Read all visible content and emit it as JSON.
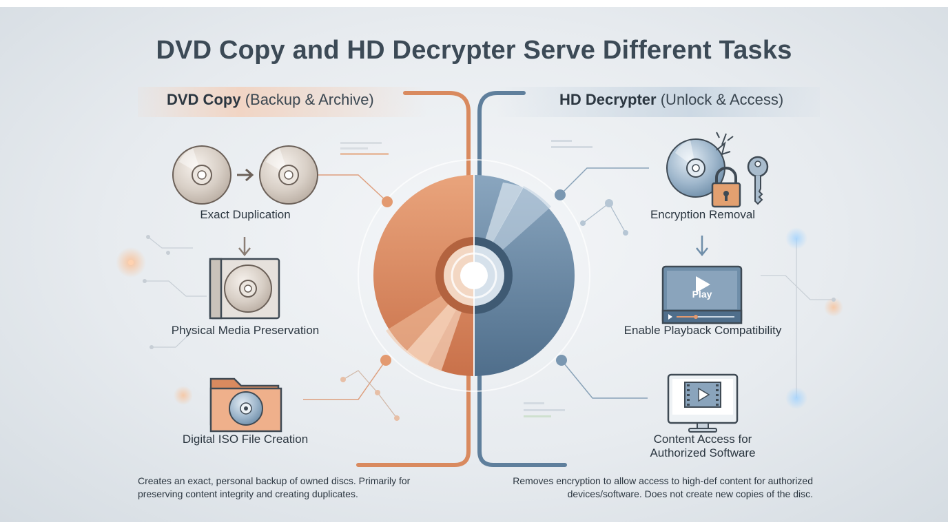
{
  "title": "DVD Copy and HD Decrypter Serve Different Tasks",
  "colors": {
    "copy_accent": "#d98a5f",
    "decrypt_accent": "#5f7f9c",
    "text": "#2b3640",
    "background": "#e9edf1"
  },
  "left": {
    "header_main": "DVD Copy",
    "header_sub": "(Backup & Archive)",
    "items": [
      {
        "label": "Exact Duplication",
        "icon": "disc-duplicate-icon"
      },
      {
        "label": "Physical Media Preservation",
        "icon": "disc-case-icon"
      },
      {
        "label": "Digital ISO File Creation",
        "icon": "iso-folder-icon"
      }
    ],
    "footer": "Creates an exact, personal backup of owned discs. Primarily for preserving content integrity and creating duplicates."
  },
  "right": {
    "header_main": "HD Decrypter",
    "header_sub": "(Unlock & Access)",
    "items": [
      {
        "label": "Encryption Removal",
        "icon": "disc-lock-key-icon"
      },
      {
        "label": "Enable Playback Compatibility",
        "icon": "video-player-icon",
        "play_text": "Play"
      },
      {
        "label_line1": "Content Access for",
        "label_line2": "Authorized Software",
        "icon": "monitor-video-icon"
      }
    ],
    "footer": "Removes encryption to allow access to high-def content for authorized devices/software. Does not create new copies of the disc."
  },
  "center": {
    "icon": "split-disc-icon"
  }
}
